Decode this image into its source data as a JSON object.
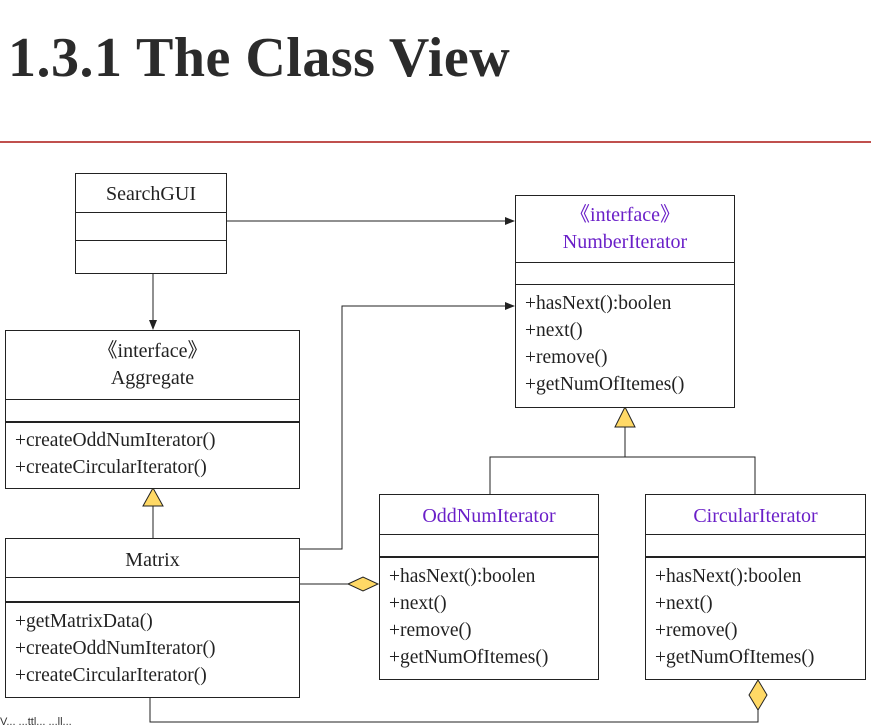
{
  "title": "1.3.1 The Class View",
  "footer_fragment": "V... ...ttl... ...ll...",
  "classes": {
    "search_gui": {
      "name": "SearchGUI"
    },
    "number_iterator": {
      "stereotype": "《interface》",
      "name": "NumberIterator",
      "ops": [
        "+hasNext():boolen",
        "+next()",
        "+remove()",
        "+getNumOfItemes()"
      ]
    },
    "aggregate": {
      "stereotype": "《interface》",
      "name": "Aggregate",
      "ops": [
        "+createOddNumIterator()",
        "+createCircularIterator()"
      ]
    },
    "matrix": {
      "name": "Matrix",
      "ops": [
        "+getMatrixData()",
        "+createOddNumIterator()",
        "+createCircularIterator()"
      ]
    },
    "odd_num_iterator": {
      "name": "OddNumIterator",
      "ops": [
        "+hasNext():boolen",
        "+next()",
        "+remove()",
        "+getNumOfItemes()"
      ]
    },
    "circular_iterator": {
      "name": "CircularIterator",
      "ops": [
        "+hasNext():boolen",
        "+next()",
        "+remove()",
        "+getNumOfItemes()"
      ]
    }
  },
  "colors": {
    "rule": "#c0504d",
    "interface_text": "#6a1fc8",
    "generalization_fill": "#ffd966"
  }
}
